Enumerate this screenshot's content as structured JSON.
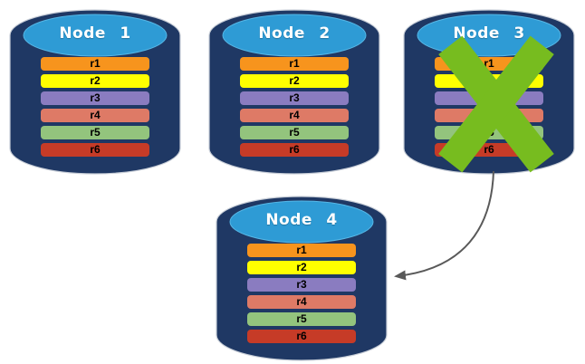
{
  "diagram": {
    "nodes": [
      {
        "label": "Node 1",
        "rows": [
          "r1",
          "r2",
          "r3",
          "r4",
          "r5",
          "r6"
        ],
        "failed": false
      },
      {
        "label": "Node 2",
        "rows": [
          "r1",
          "r2",
          "r3",
          "r4",
          "r5",
          "r6"
        ],
        "failed": false
      },
      {
        "label": "Node 3",
        "rows": [
          "r1",
          "r2",
          "r3",
          "r4",
          "r5",
          "r6"
        ],
        "failed": true
      },
      {
        "label": "Node 4",
        "rows": [
          "r1",
          "r2",
          "r3",
          "r4",
          "r5",
          "r6"
        ],
        "failed": false
      }
    ],
    "row_colors": {
      "r1": "#F7941D",
      "r2": "#FFFF00",
      "r3": "#8A7CC0",
      "r4": "#DE7A66",
      "r5": "#93C47D",
      "r6": "#C63B27"
    },
    "colors": {
      "cylinder_body": "#1F3864",
      "cylinder_top": "#2E9BD5",
      "node_label_text": "#FFFFFF",
      "row_label_text": "#000000",
      "failure_x": "#77BC1F",
      "arrow": "#595959",
      "background": "#FFFFFF"
    },
    "arrow": {
      "from_node": "Node 3",
      "to_node": "Node 4"
    }
  }
}
